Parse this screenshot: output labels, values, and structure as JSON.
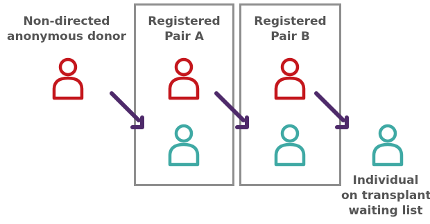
{
  "labels": {
    "donor": [
      "Non-directed",
      "anonymous donor"
    ],
    "pair_a": [
      "Registered",
      "Pair A"
    ],
    "pair_b": [
      "Registered",
      "Pair B"
    ],
    "recipient": [
      "Individual",
      "on transplant",
      "waiting list"
    ]
  },
  "icons": {
    "donor_person": "person-outline-icon",
    "recipient_person": "person-outline-icon",
    "arrow": "diagonal-arrow-icon"
  },
  "colors": {
    "donor": "#c4161c",
    "recipient": "#3fa9a4",
    "arrow": "#4e2a6a",
    "box_border": "#8e8e8e",
    "text": "#555555"
  }
}
